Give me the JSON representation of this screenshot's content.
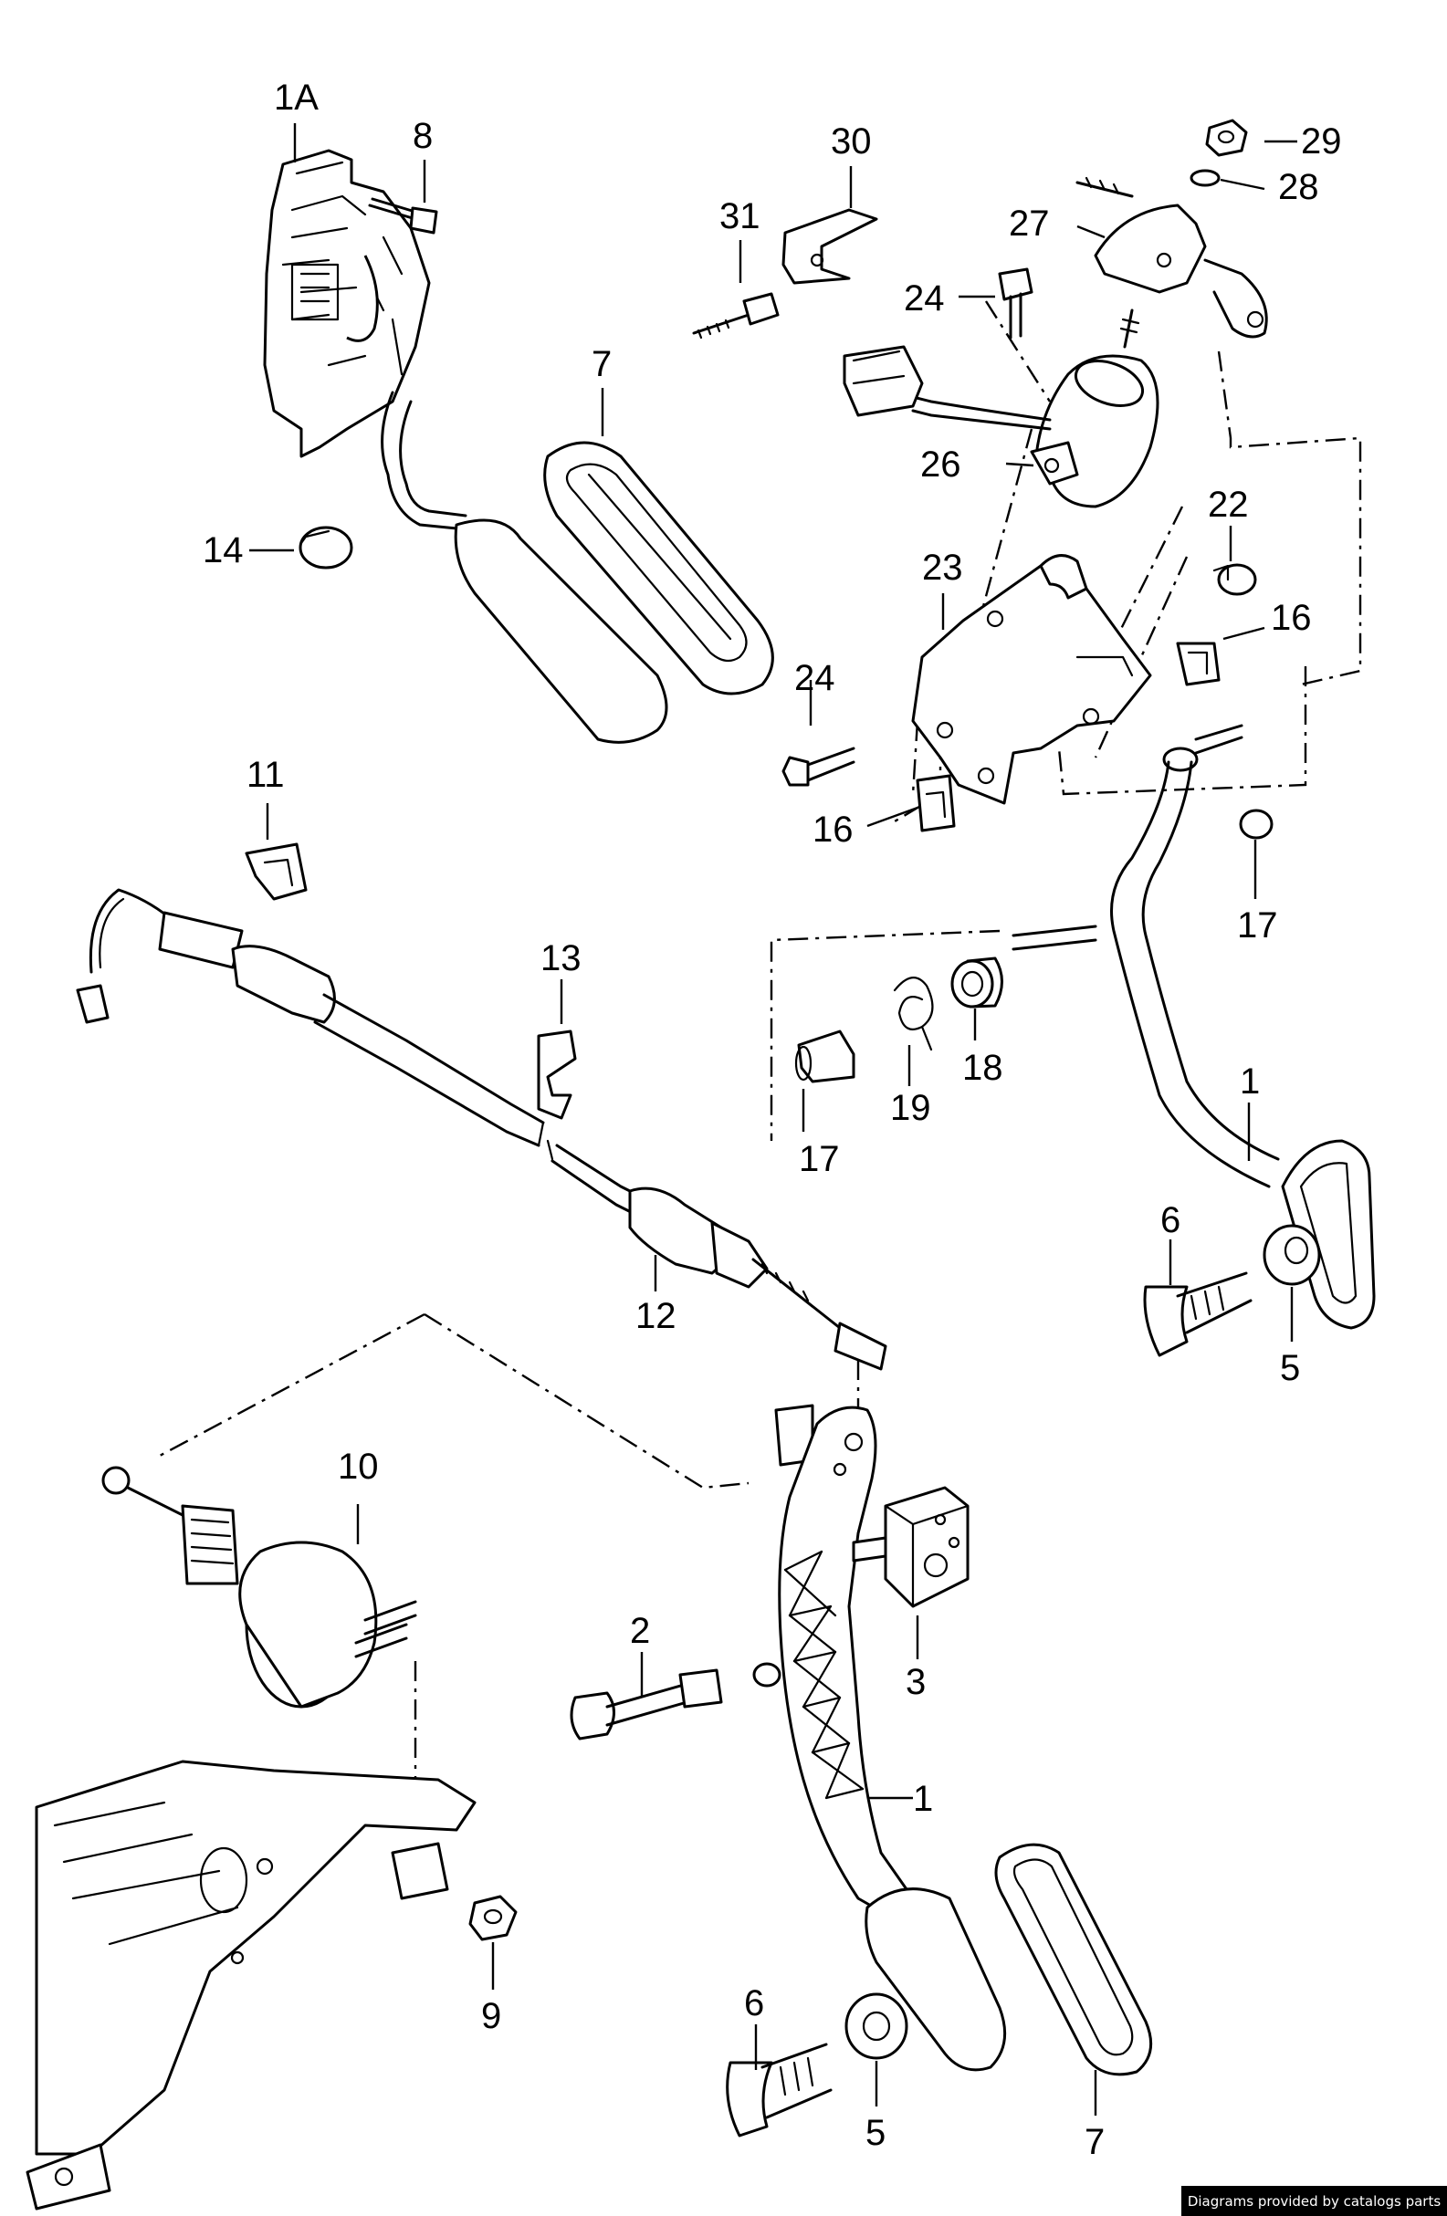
{
  "callouts": {
    "c_1a": "1A",
    "c_8": "8",
    "c_7_top": "7",
    "c_14": "14",
    "c_31": "31",
    "c_30": "30",
    "c_29": "29",
    "c_28": "28",
    "c_27": "27",
    "c_24_top": "24",
    "c_26": "26",
    "c_22": "22",
    "c_23": "23",
    "c_16_right": "16",
    "c_24_mid": "24",
    "c_16_left": "16",
    "c_11": "11",
    "c_13": "13",
    "c_17_right": "17",
    "c_17_left": "17",
    "c_19": "19",
    "c_18": "18",
    "c_1_right": "1",
    "c_6_right": "6",
    "c_5_right": "5",
    "c_12": "12",
    "c_10": "10",
    "c_2": "2",
    "c_3": "3",
    "c_1_lower": "1",
    "c_9": "9",
    "c_6_lower": "6",
    "c_5_lower": "5",
    "c_7_lower": "7"
  },
  "footer": {
    "credit": "Diagrams provided by catalogs parts"
  }
}
